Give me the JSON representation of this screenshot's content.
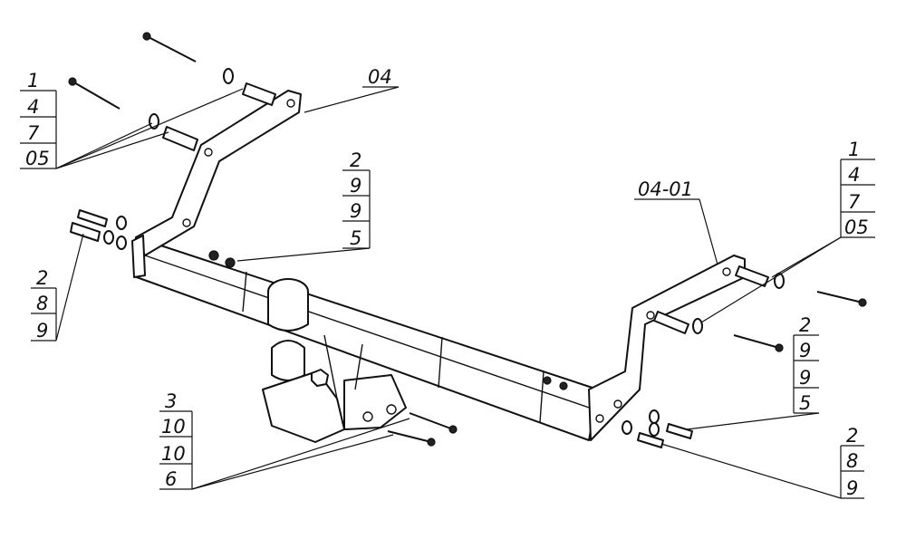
{
  "drawing": {
    "callouts": [
      {
        "id": "group-top-left",
        "lines": [
          "1",
          "4",
          "7",
          "05"
        ]
      },
      {
        "id": "top-frame-label",
        "lines": [
          "04"
        ]
      },
      {
        "id": "group-center-top",
        "lines": [
          "2",
          "9",
          "9",
          "5"
        ]
      },
      {
        "id": "group-left-bolts",
        "lines": [
          "2",
          "8",
          "9"
        ]
      },
      {
        "id": "right-bracket-label",
        "lines": [
          "04-01"
        ]
      },
      {
        "id": "group-top-right",
        "lines": [
          "1",
          "4",
          "7",
          "05"
        ]
      },
      {
        "id": "group-right-middle",
        "lines": [
          "2",
          "9",
          "9",
          "5"
        ]
      },
      {
        "id": "group-ball",
        "lines": [
          "3",
          "10",
          "10",
          "6"
        ]
      },
      {
        "id": "group-bottom-right",
        "lines": [
          "2",
          "8",
          "9"
        ]
      }
    ]
  }
}
